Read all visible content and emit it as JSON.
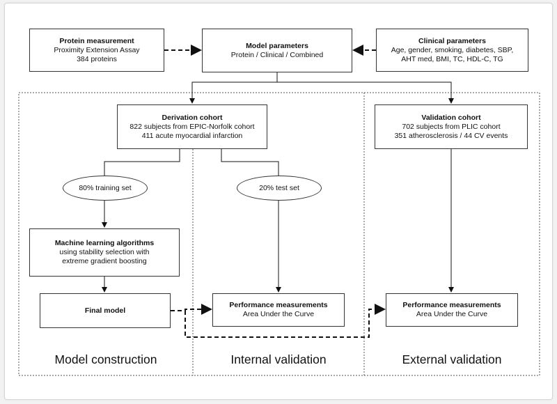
{
  "protein_measurement": {
    "title": "Protein measurement",
    "line1": "Proximity Extension Assay",
    "line2": "384 proteins"
  },
  "model_parameters": {
    "title": "Model parameters",
    "line1": "Protein / Clinical / Combined"
  },
  "clinical_parameters": {
    "title": "Clinical parameters",
    "line1": "Age, gender, smoking, diabetes, SBP,",
    "line2": "AHT med, BMI, TC, HDL-C, TG"
  },
  "derivation_cohort": {
    "title": "Derivation cohort",
    "line1": "822 subjects from EPIC-Norfolk cohort",
    "line2": "411 acute myocardial infarction"
  },
  "validation_cohort": {
    "title": "Validation cohort",
    "line1": "702 subjects from PLIC cohort",
    "line2": "351 atherosclerosis / 44 CV events"
  },
  "training_set": "80% training set",
  "test_set": "20% test set",
  "ml_algorithms": {
    "title": "Machine learning algorithms",
    "line1": "using stability selection with",
    "line2": "extreme gradient boosting"
  },
  "final_model": "Final model",
  "performance_internal": {
    "title": "Performance measurements",
    "line1": "Area Under the Curve"
  },
  "performance_external": {
    "title": "Performance measurements",
    "line1": "Area Under the Curve"
  },
  "regions": {
    "model_construction": "Model construction",
    "internal_validation": "Internal validation",
    "external_validation": "External validation"
  }
}
